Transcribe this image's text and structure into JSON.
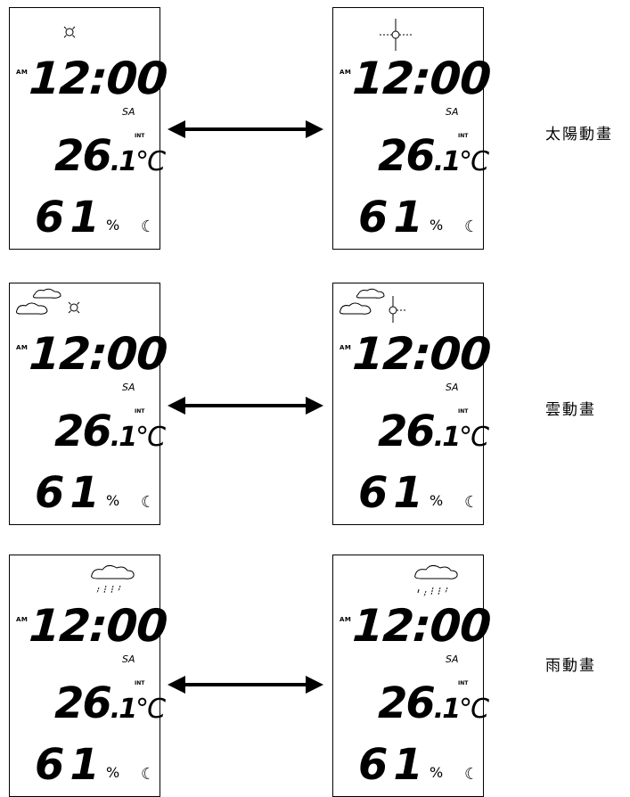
{
  "rows": [
    {
      "caption": "太陽動畫",
      "left": {
        "icon": "sun-icon",
        "am": "AM",
        "time": "12:00",
        "day": "SA",
        "int": "INT",
        "temp": "26",
        "temp_dec": ".1",
        "temp_unit": "°C",
        "humidity": "61",
        "pct": "%",
        "moon": "☾"
      },
      "right": {
        "icon": "sun-rays-icon",
        "am": "AM",
        "time": "12:00",
        "day": "SA",
        "int": "INT",
        "temp": "26",
        "temp_dec": ".1",
        "temp_unit": "°C",
        "humidity": "61",
        "pct": "%",
        "moon": "☾"
      }
    },
    {
      "caption": "雲動畫",
      "left": {
        "icon": "cloud-sun-icon",
        "am": "AM",
        "time": "12:00",
        "day": "SA",
        "int": "INT",
        "temp": "26",
        "temp_dec": ".1",
        "temp_unit": "°C",
        "humidity": "61",
        "pct": "%",
        "moon": "☾"
      },
      "right": {
        "icon": "cloud-sun-rays-icon",
        "am": "AM",
        "time": "12:00",
        "day": "SA",
        "int": "INT",
        "temp": "26",
        "temp_dec": ".1",
        "temp_unit": "°C",
        "humidity": "61",
        "pct": "%",
        "moon": "☾"
      }
    },
    {
      "caption": "雨動畫",
      "left": {
        "icon": "rain-cloud-icon",
        "am": "AM",
        "time": "12:00",
        "day": "SA",
        "int": "INT",
        "temp": "26",
        "temp_dec": ".1",
        "temp_unit": "°C",
        "humidity": "61",
        "pct": "%",
        "moon": "☾"
      },
      "right": {
        "icon": "rain-cloud-alt-icon",
        "am": "AM",
        "time": "12:00",
        "day": "SA",
        "int": "INT",
        "temp": "26",
        "temp_dec": ".1",
        "temp_unit": "°C",
        "humidity": "61",
        "pct": "%",
        "moon": "☾"
      }
    }
  ]
}
